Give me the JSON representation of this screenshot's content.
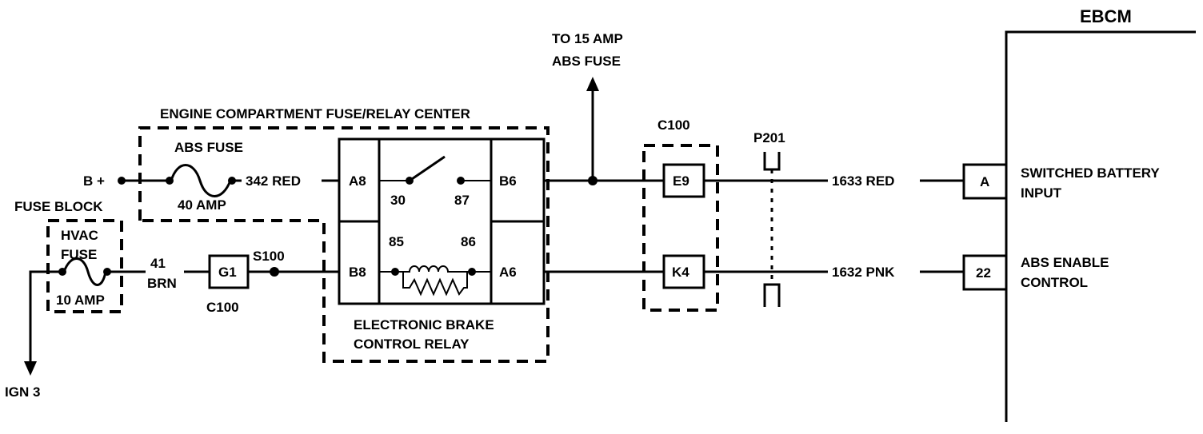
{
  "labels": {
    "ebcm": "EBCM",
    "to_fuse_line1": "TO 15 AMP",
    "to_fuse_line2": "ABS FUSE",
    "fuse_relay_center": "ENGINE COMPARTMENT FUSE/RELAY CENTER",
    "abs_fuse": "ABS FUSE",
    "abs_fuse_rating": "40 AMP",
    "b_plus": "B +",
    "fuse_block": "FUSE BLOCK",
    "hvac_fuse_line1": "HVAC",
    "hvac_fuse_line2": "FUSE",
    "hvac_fuse_rating": "10 AMP",
    "ign3": "IGN 3",
    "c100_top": "C100",
    "c100_bottom": "C100",
    "p201": "P201",
    "s100": "S100",
    "relay_line1": "ELECTRONIC BRAKE",
    "relay_line2": "CONTROL RELAY",
    "switched_line1": "SWITCHED BATTERY",
    "switched_line2": "INPUT",
    "abs_enable_line1": "ABS ENABLE",
    "abs_enable_line2": "CONTROL"
  },
  "wires": {
    "w342": "342 RED",
    "w41_num": "41",
    "w41_color": "BRN",
    "w1633": "1633 RED",
    "w1632": "1632 PNK"
  },
  "terminals": {
    "a8": "A8",
    "b8": "B8",
    "b6": "B6",
    "a6": "A6",
    "t30": "30",
    "t87": "87",
    "t85": "85",
    "t86": "86",
    "g1": "G1",
    "e9": "E9",
    "k4": "K4",
    "ebcm_a": "A",
    "ebcm_22": "22"
  }
}
